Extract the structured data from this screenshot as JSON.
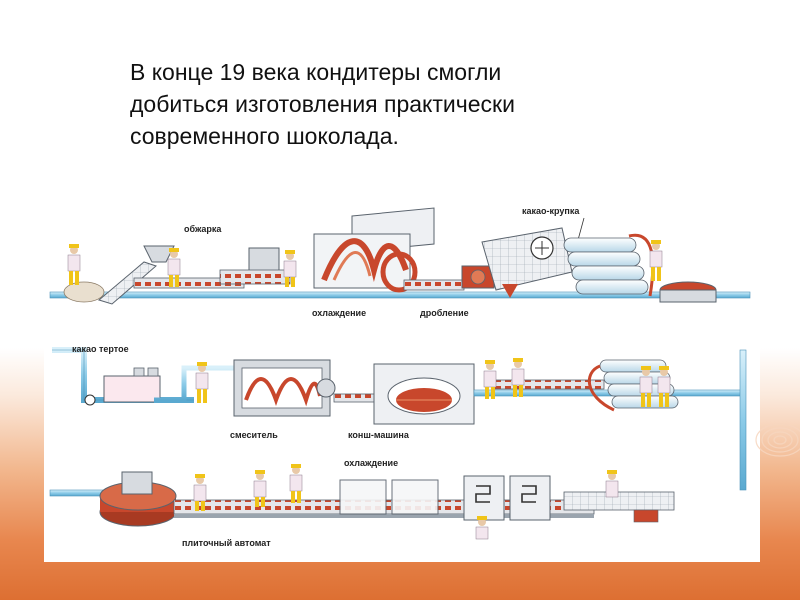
{
  "slide": {
    "title": "В конце 19 века кондитеры смогли\nдобиться изготовления практически\nсовременного шоколада."
  },
  "diagram": {
    "labels": {
      "roasting": "обжарка",
      "cocoa_nibs": "какао-крупка",
      "cooling_1": "охлаждение",
      "crushing": "дробление",
      "cocoa_mass": "какао тертое",
      "mixer": "смеситель",
      "conche": "конш-машина",
      "cooling_2": "охлаждение",
      "tablet_machine": "плиточный автомат"
    }
  },
  "colors": {
    "pipe": "#6fb8dc",
    "pipe_light": "#bfe3f3",
    "chocolate": "#c8472c",
    "worker_yellow": "#f0c419",
    "worker_coat": "#f3e6ee",
    "machine_gray": "#d7dbe0",
    "background_orange": "#e8874f"
  }
}
